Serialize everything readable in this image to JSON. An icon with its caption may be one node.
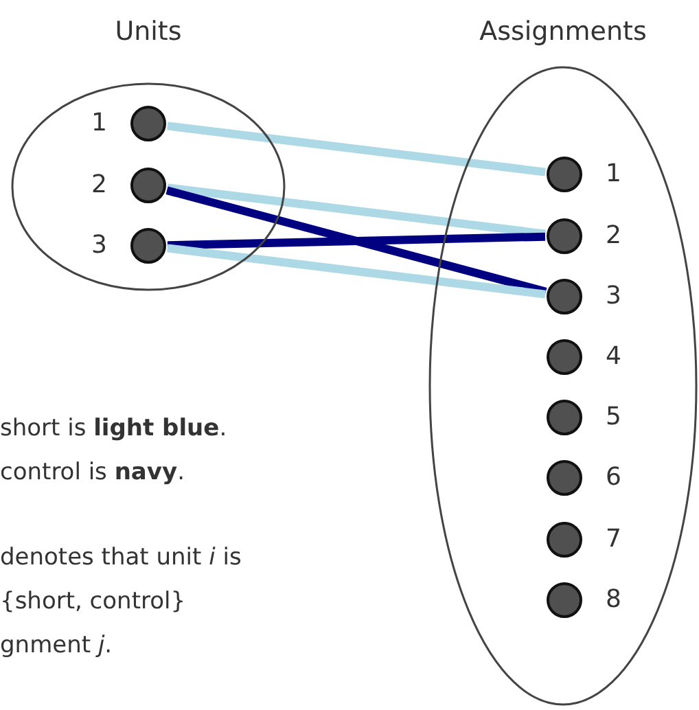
{
  "diagram": {
    "nodes": [
      {
        "text": [
          "Units"
        ]
      },
      {
        "text": [],
        "shape": "circle",
        "beside": [
          "1"
        ],
        "in": 0
      },
      {
        "text": [],
        "shape": "circle",
        "beside": [
          "2"
        ],
        "in": 0
      },
      {
        "text": [],
        "shape": "circle",
        "beside": [
          "3"
        ],
        "in": 0
      },
      {
        "text": [
          "Assignments"
        ]
      },
      {
        "text": [],
        "shape": "circle",
        "beside": [
          "1"
        ],
        "in": 4
      },
      {
        "text": [],
        "shape": "circle",
        "beside": [
          "2"
        ],
        "in": 4
      },
      {
        "text": [],
        "shape": "circle",
        "beside": [
          "3"
        ],
        "in": 4
      },
      {
        "text": [],
        "shape": "circle",
        "beside": [
          "4"
        ],
        "in": 4
      },
      {
        "text": [],
        "shape": "circle",
        "beside": [
          "5"
        ],
        "in": 4
      },
      {
        "text": [],
        "shape": "circle",
        "beside": [
          "6"
        ],
        "in": 4
      },
      {
        "text": [],
        "shape": "circle",
        "beside": [
          "7"
        ],
        "in": 4
      },
      {
        "text": [],
        "shape": "circle",
        "beside": [
          "8"
        ],
        "in": 4
      }
    ],
    "edges": [
      {
        "from": 1,
        "to": 5,
        "arrow": "none"
      },
      {
        "from": 2,
        "to": 6,
        "arrow": "none"
      },
      {
        "from": 2,
        "to": 7,
        "arrow": "none",
        "color": "#000080"
      },
      {
        "from": 3,
        "to": 6,
        "arrow": "none",
        "color": "#000080"
      },
      {
        "from": 3,
        "to": 7,
        "arrow": "none"
      }
    ],
    "labels": [
      "short is **light blue**.",
      "control is **navy**.",
      "denotes that unit *i* is {short, control} gnment *j*."
    ]
  }
}
